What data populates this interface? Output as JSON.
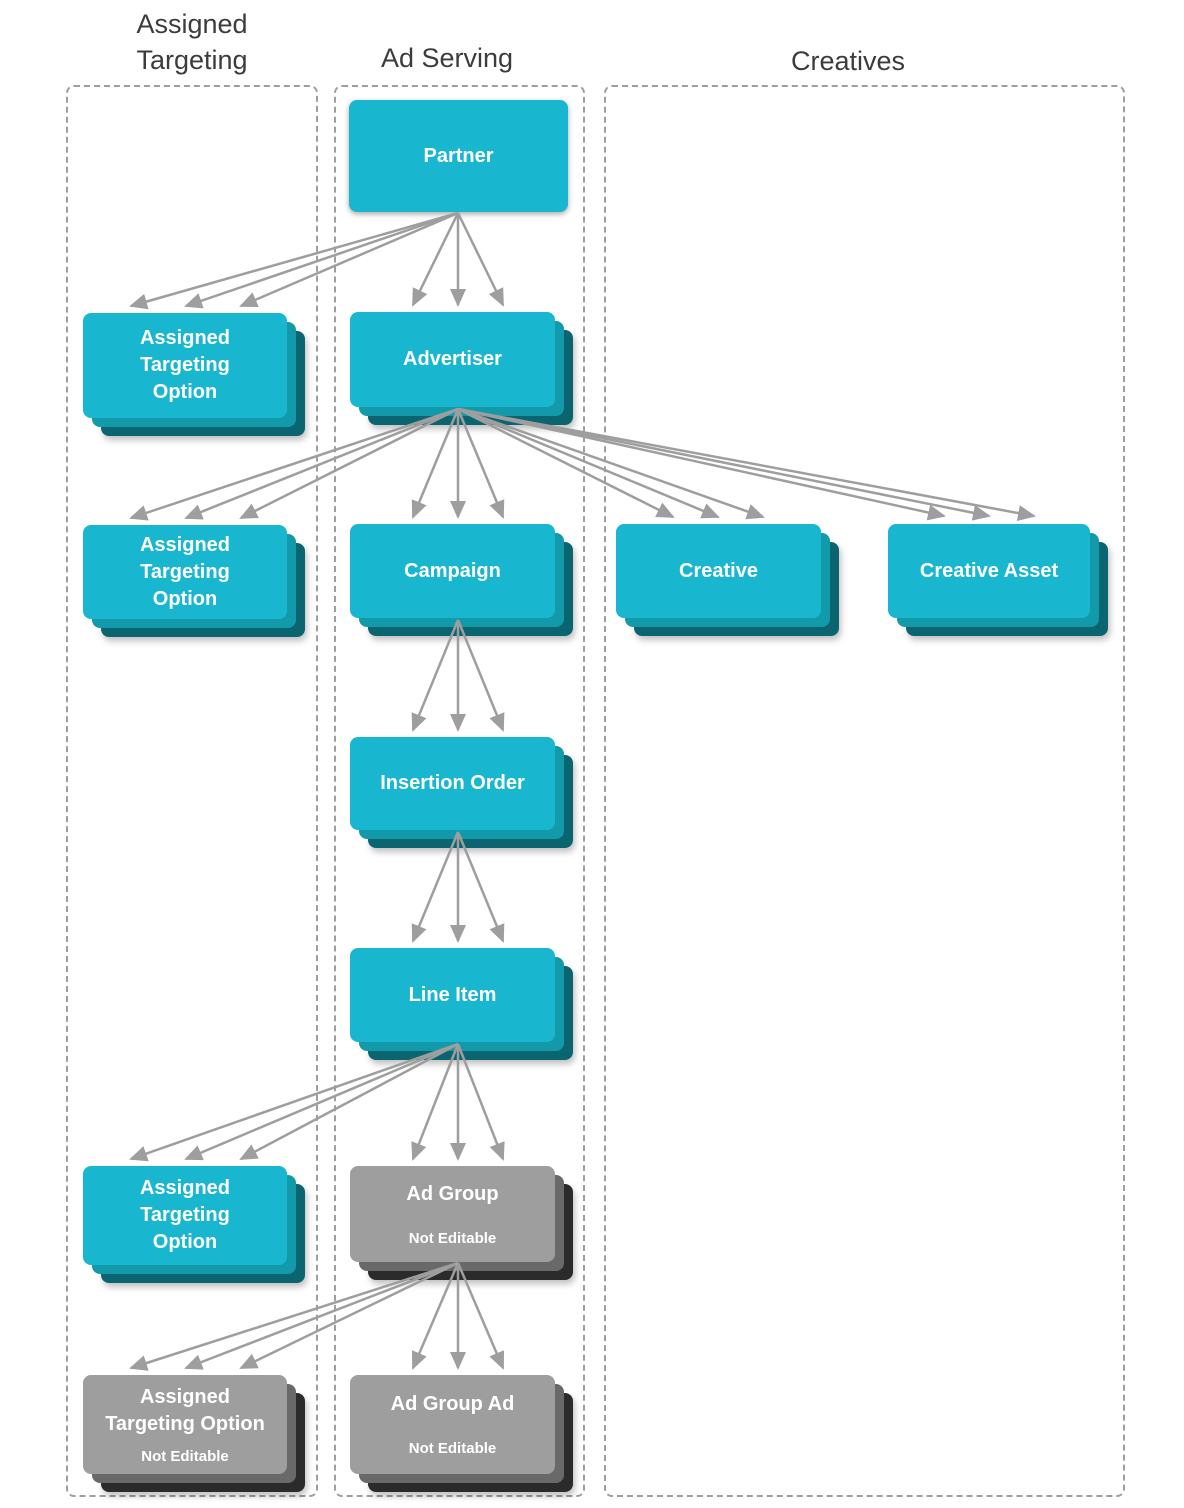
{
  "columns": [
    {
      "header": "Assigned\nTargeting"
    },
    {
      "header": "Ad Serving"
    },
    {
      "header": "Creatives"
    }
  ],
  "nodes": {
    "partner": {
      "label": "Partner"
    },
    "ato_partner": {
      "label": "Assigned\nTargeting\nOption"
    },
    "advertiser": {
      "label": "Advertiser"
    },
    "ato_advertiser": {
      "label": "Assigned\nTargeting\nOption"
    },
    "campaign": {
      "label": "Campaign"
    },
    "creative": {
      "label": "Creative"
    },
    "creative_asset": {
      "label": "Creative Asset"
    },
    "insertion_order": {
      "label": "Insertion Order"
    },
    "line_item": {
      "label": "Line Item"
    },
    "ato_line_item": {
      "label": "Assigned\nTargeting\nOption"
    },
    "ad_group": {
      "label": "Ad Group",
      "sublabel": "Not Editable"
    },
    "ato_not_editable": {
      "label": "Assigned\nTargeting Option",
      "sublabel": "Not Editable"
    },
    "ad_group_ad": {
      "label": "Ad Group Ad",
      "sublabel": "Not Editable"
    }
  },
  "edges": [
    {
      "from": "partner",
      "to": "ato_partner"
    },
    {
      "from": "partner",
      "to": "advertiser"
    },
    {
      "from": "advertiser",
      "to": "ato_advertiser"
    },
    {
      "from": "advertiser",
      "to": "campaign"
    },
    {
      "from": "advertiser",
      "to": "creative"
    },
    {
      "from": "advertiser",
      "to": "creative_asset"
    },
    {
      "from": "campaign",
      "to": "insertion_order"
    },
    {
      "from": "insertion_order",
      "to": "line_item"
    },
    {
      "from": "line_item",
      "to": "ato_line_item"
    },
    {
      "from": "line_item",
      "to": "ad_group"
    },
    {
      "from": "ad_group",
      "to": "ato_not_editable"
    },
    {
      "from": "ad_group",
      "to": "ad_group_ad"
    }
  ],
  "colors": {
    "entity": "#19b7cf",
    "entity_shadow_mid": "#129aab",
    "entity_shadow_dark": "#0b6570",
    "not_editable": "#9e9e9e",
    "not_editable_shadow_mid": "#696969",
    "not_editable_shadow_dark": "#2b2b2b",
    "arrow": "#9e9e9e",
    "column_border": "#9e9e9e",
    "header_text": "#3c3c3c"
  }
}
